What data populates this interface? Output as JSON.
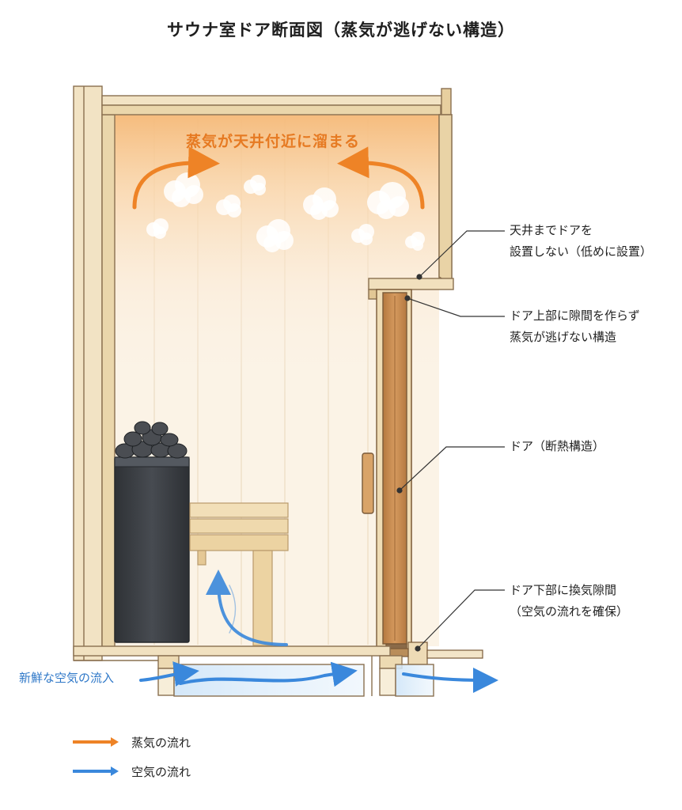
{
  "title": "サウナ室ドア断面図（蒸気が逃げない構造）",
  "steam_note": "蒸気が天井付近に溜まる",
  "callouts": {
    "ceiling": [
      "天井までドアを",
      "設置しない（低めに設置）"
    ],
    "door_top": [
      "ドア上部に隙間を作らず",
      "蒸気が逃げない構造"
    ],
    "door": [
      "ドア（断熱構造）"
    ],
    "door_bottom": [
      "ドア下部に換気隙間",
      "（空気の流れを確保）"
    ]
  },
  "fresh_air_label": "新鮮な空気の流入",
  "legend": [
    {
      "label": "蒸気の流れ",
      "color": "#ee8326"
    },
    {
      "label": "空気の流れ",
      "color": "#3a88dc"
    }
  ],
  "colors": {
    "wood_light": "#f2e3c4",
    "wood_frame": "#e7cf9f",
    "wood_line": "#8a7050",
    "door": "#c88a50",
    "heater": "#3c3f44",
    "steam_glow": "#f7c38a",
    "air": "#3a88dc",
    "steam": "#ee8326"
  }
}
